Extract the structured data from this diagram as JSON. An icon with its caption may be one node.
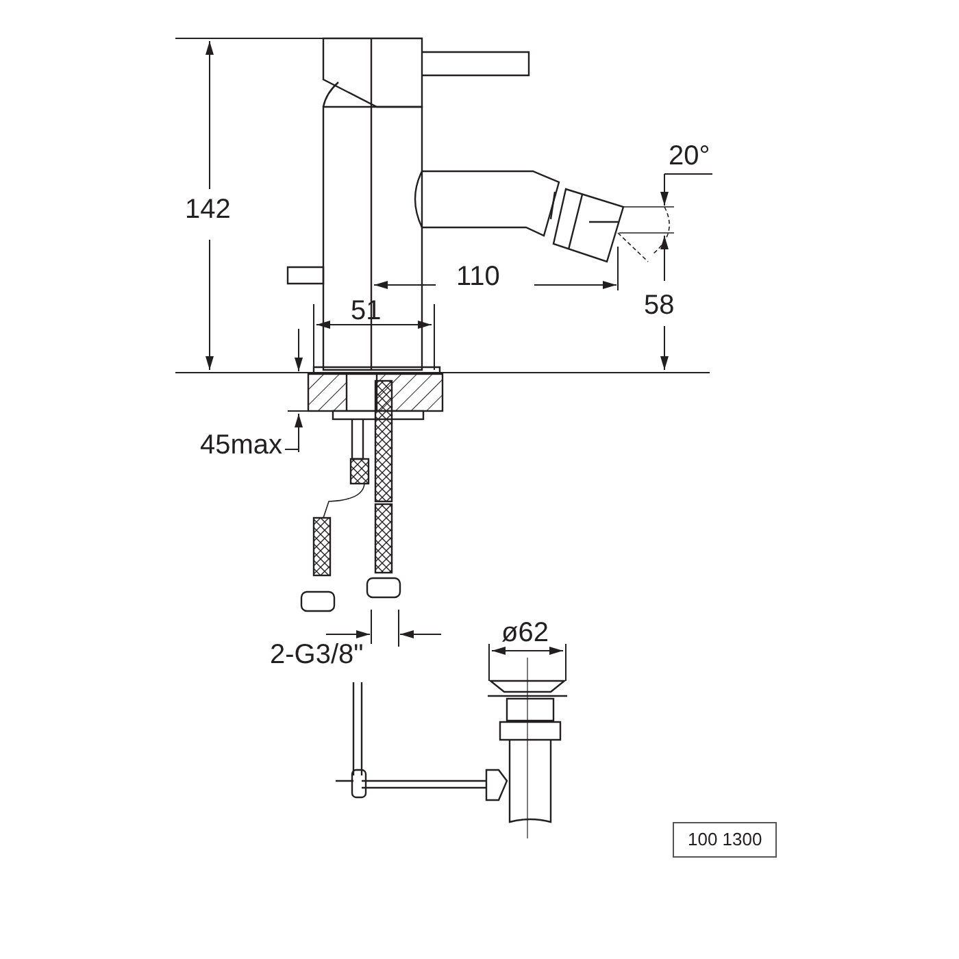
{
  "diagram": {
    "labels": [
      "142",
      "20°",
      "110",
      "58",
      "51",
      "45max",
      "2-G3/8\"",
      "ø62",
      "100 1300"
    ]
  }
}
